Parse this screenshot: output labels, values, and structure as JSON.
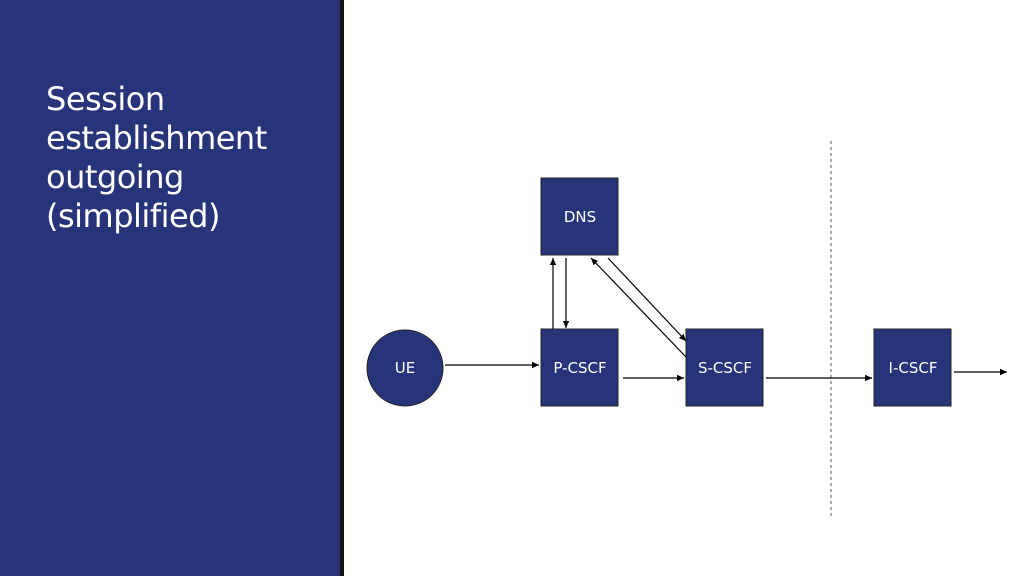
{
  "slide": {
    "title_lines": [
      "Session",
      "establishment",
      "outgoing",
      "(simplified)"
    ]
  },
  "diagram": {
    "nodes": {
      "dns": "DNS",
      "ue": "UE",
      "pcscf": "P-CSCF",
      "scscf": "S-CSCF",
      "icscf": "I-CSCF"
    }
  },
  "colors": {
    "panel": "#283479",
    "node_fill": "#283479",
    "text_light": "#ffffff"
  }
}
